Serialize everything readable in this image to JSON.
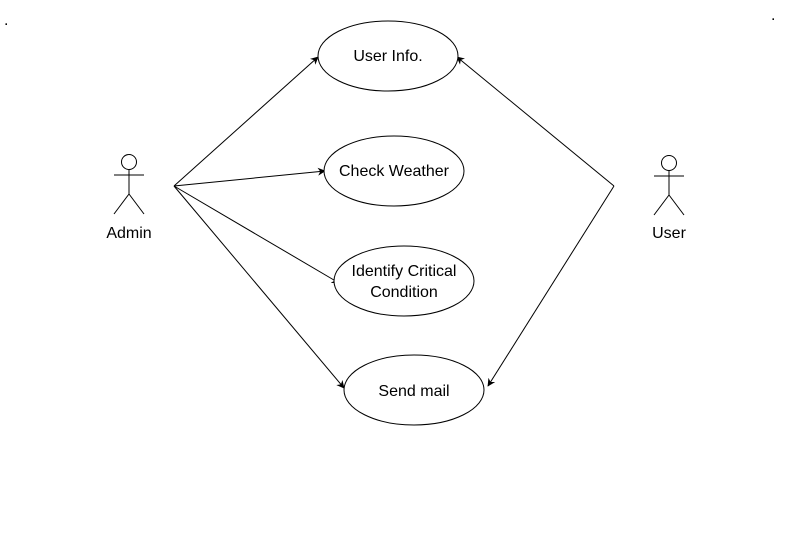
{
  "page": {
    "dot_left": ".",
    "dot_right": "."
  },
  "actors": {
    "admin": {
      "label": "Admin"
    },
    "user": {
      "label": "User"
    }
  },
  "use_cases": {
    "user_info": {
      "label": "User Info."
    },
    "check_weather": {
      "label": "Check Weather"
    },
    "identify_critical": {
      "line1": "Identify Critical",
      "line2": "Condition"
    },
    "send_mail": {
      "label": "Send mail"
    }
  },
  "associations": [
    {
      "from": "Admin",
      "to": "User Info."
    },
    {
      "from": "Admin",
      "to": "Check Weather"
    },
    {
      "from": "Admin",
      "to": "Identify Critical Condition"
    },
    {
      "from": "Admin",
      "to": "Send mail"
    },
    {
      "from": "User",
      "to": "User Info."
    },
    {
      "from": "User",
      "to": "Send mail"
    }
  ]
}
